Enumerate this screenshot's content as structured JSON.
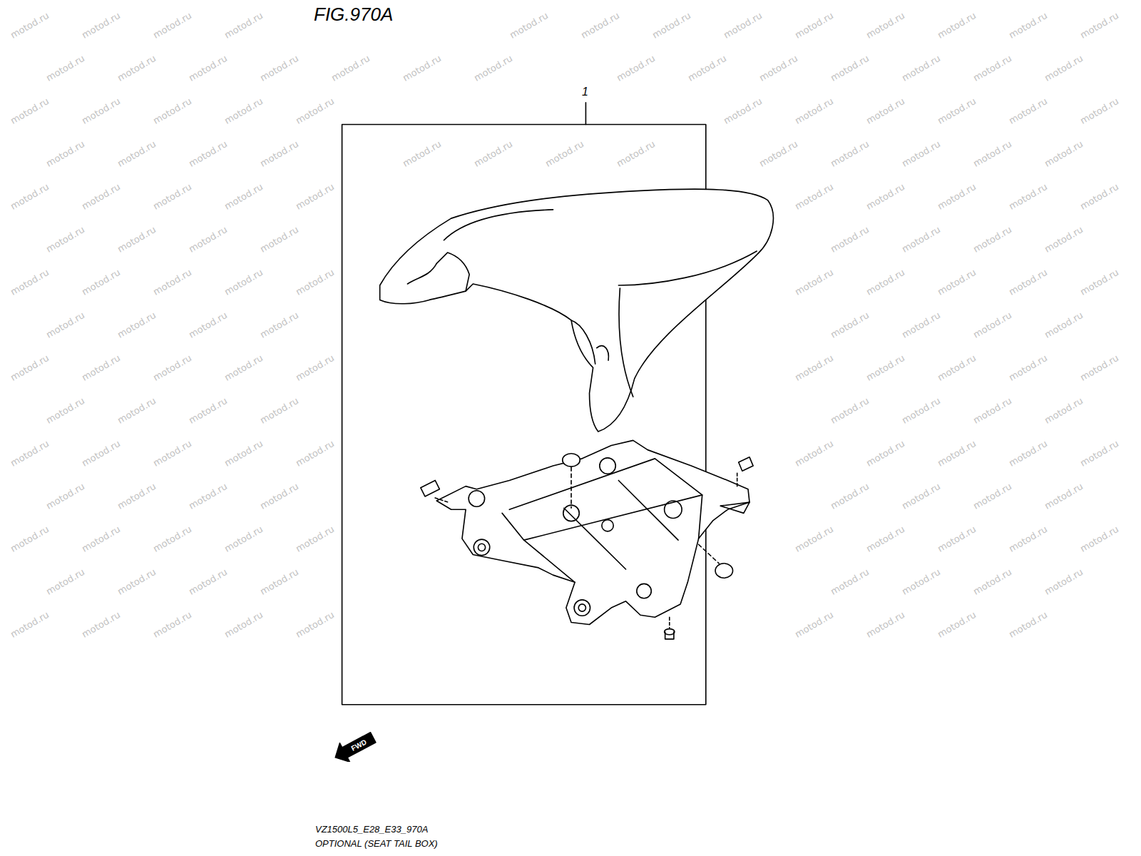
{
  "diagram": {
    "title": "FIG.970A",
    "nodes": [
      {
        "text": [
          "FWD"
        ]
      }
    ],
    "labels": [
      "1",
      "VZ1500L5_E28_E33_970A",
      "OPTIONAL (SEAT TAIL BOX)",
      "motod.ru",
      "motod.ru",
      "motod.ru",
      "motod.ru",
      "motod.ru",
      "motod.ru",
      "motod.ru",
      "motod.ru",
      "motod.ru",
      "motod.ru",
      "motod.ru",
      "motod.ru",
      "motod.ru",
      "motod.ru",
      "motod.ru",
      "motod.ru",
      "motod.ru",
      "motod.ru",
      "motod.ru",
      "motod.ru",
      "motod.ru",
      "motod.ru",
      "motod.ru",
      "motod.ru",
      "motod.ru",
      "motod.ru",
      "motod.ru",
      "motod.ru",
      "motod.ru",
      "motod.ru",
      "motod.ru",
      "motod.ru",
      "motod.ru",
      "motod.ru",
      "motod.ru",
      "motod.ru",
      "motod.ru",
      "motod.ru",
      "motod.ru",
      "motod.ru",
      "motod.ru",
      "motod.ru",
      "motod.ru",
      "motod.ru",
      "motod.ru",
      "motod.ru",
      "motod.ru",
      "motod.ru",
      "motod.ru",
      "motod.ru",
      "motod.ru",
      "motod.ru",
      "motod.ru",
      "motod.ru",
      "motod.ru",
      "motod.ru",
      "motod.ru",
      "motod.ru",
      "motod.ru",
      "motod.ru",
      "motod.ru",
      "motod.ru",
      "motod.ru",
      "motod.ru",
      "motod.ru",
      "motod.ru",
      "motod.ru",
      "motod.ru",
      "motod.ru",
      "motod.ru",
      "motod.ru",
      "motod.ru",
      "motod.ru",
      "motod.ru",
      "motod.ru",
      "motod.ru",
      "motod.ru",
      "motod.ru",
      "motod.ru",
      "motod.ru",
      "motod.ru",
      "motod.ru",
      "motod.ru",
      "motod.ru",
      "motod.ru",
      "motod.ru",
      "motod.ru",
      "motod.ru",
      "motod.ru",
      "motod.ru",
      "motod.ru",
      "motod.ru",
      "motod.ru",
      "motod.ru",
      "motod.ru",
      "motod.ru",
      "motod.ru",
      "motod.ru",
      "motod.ru",
      "motod.ru",
      "motod.ru",
      "motod.ru",
      "motod.ru",
      "motod.ru",
      "motod.ru",
      "motod.ru",
      "motod.ru",
      "motod.ru",
      "motod.ru",
      "motod.ru",
      "motod.ru",
      "motod.ru",
      "motod.ru",
      "motod.ru",
      "motod.ru",
      "motod.ru",
      "motod.ru",
      "motod.ru",
      "motod.ru",
      "motod.ru",
      "motod.ru",
      "motod.ru",
      "motod.ru",
      "motod.ru",
      "motod.ru",
      "motod.ru",
      "motod.ru",
      "motod.ru",
      "motod.ru",
      "motod.ru",
      "motod.ru",
      "motod.ru",
      "motod.ru",
      "motod.ru",
      "motod.ru",
      "motod.ru",
      "motod.ru",
      "motod.ru",
      "motod.ru",
      "motod.ru",
      "motod.ru",
      "motod.ru",
      "motod.ru",
      "motod.ru",
      "motod.ru",
      "motod.ru",
      "motod.ru",
      "motod.ru",
      "motod.ru",
      "motod.ru"
    ]
  }
}
